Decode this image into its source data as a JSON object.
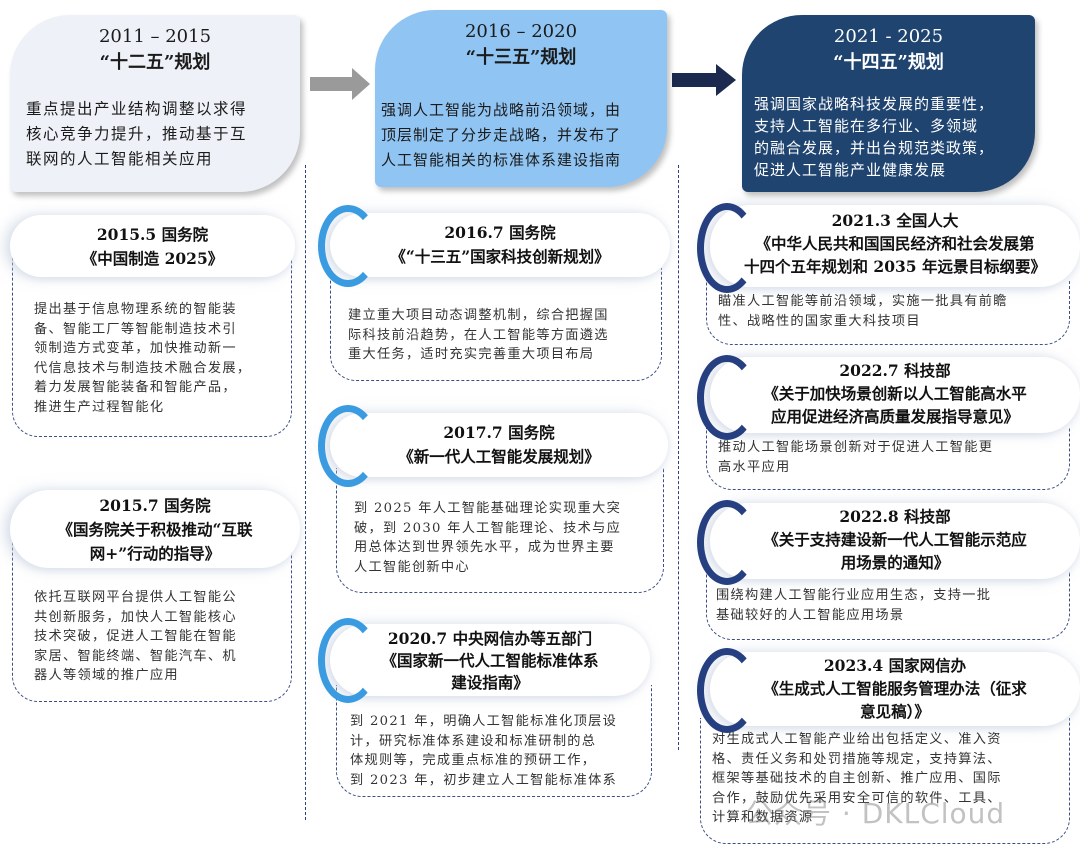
{
  "periods": [
    {
      "years": "2011  –  2015",
      "plan": "“十二五”规划",
      "desc": "重点提出产业结构调整以求得\n核心竞争力提升，推动基于互\n联网的人工智能相关应用"
    },
    {
      "years": "2016  –  2020",
      "plan": "“十三五”规划",
      "desc": "强调人工智能为战略前沿领域，由\n顶层制定了分步走战略，并发布了\n人工智能相关的标准体系建设指南"
    },
    {
      "years": "2021 - 2025",
      "plan": "“十四五”规划",
      "desc": "强调国家战略科技发展的重要性，\n支持人工智能在多行业、多领域\n的融合发展，并出台规范类政策，\n促进人工智能产业健康发展"
    }
  ],
  "col1": [
    {
      "title": "2015.5 国务院\n《中国制造 2025》",
      "body": "提出基于信息物理系统的智能装\n备、智能工厂等智能制造技术引\n领制造方式变革，加快推动新一\n代信息技术与制造技术融合发展，\n着力发展智能装备和智能产品，\n推进生产过程智能化"
    },
    {
      "title": "2015.7 国务院\n《国务院关于积极推动“互联\n网+”行动的指导》",
      "body": "依托互联网平台提供人工智能公\n共创新服务，加快人工智能核心\n技术突破，促进人工智能在智能\n家居、智能终端、智能汽车、机\n器人等领域的推广应用"
    }
  ],
  "col2": [
    {
      "title": "2016.7 国务院\n《“十三五”国家科技创新规划》",
      "body": "建立重大项目动态调整机制，综合把握国\n际科技前沿趋势，在人工智能等方面遴选\n重大任务，适时充实完善重大项目布局"
    },
    {
      "title": "2017.7 国务院\n《新一代人工智能发展规划》",
      "body": "到 2025 年人工智能基础理论实现重大突\n破，到 2030 年人工智能理论、技术与应\n用总体达到世界领先水平，成为世界主要\n人工智能创新中心"
    },
    {
      "title": "2020.7 中央网信办等五部门\n《国家新一代人工智能标准体系\n建设指南》",
      "body": "到 2021 年，明确人工智能标准化顶层设\n计，研究标准体系建设和标准研制的总\n体规则等，完成重点标准的预研工作，\n到 2023 年，初步建立人工智能标准体系"
    }
  ],
  "col3": [
    {
      "title": "2021.3 全国人大\n《中华人民共和国国民经济和社会发展第\n十四个五年规划和 2035 年远景目标纲要》",
      "body": "瞄准人工智能等前沿领域，实施一批具有前瞻\n性、战略性的国家重大科技项目"
    },
    {
      "title": "2022.7 科技部\n《关于加快场景创新以人工智能高水平\n应用促进经济高质量发展指导意见》",
      "body": "推动人工智能场景创新对于促进人工智能更\n高水平应用"
    },
    {
      "title": "2022.8 科技部\n《关于支持建设新一代人工智能示范应\n用场景的通知》",
      "body": "围绕构建人工智能行业应用生态，支持一批\n基础较好的人工智能应用场景"
    },
    {
      "title": "2023.4 国家网信办\n《生成式人工智能服务管理办法（征求\n意见稿）》",
      "body": "对生成式人工智能产业给出包括定义、准入资\n格、责任义务和处罚措施等规定，支持算法、\n框架等基础技术的自主创新、推广应用、国际\n合作，鼓励优先采用安全可信的软件、工具、\n计算和数据资源"
    }
  ],
  "watermark": "公众号 · DKLCloud",
  "colors": {
    "period1": "#eef1f7",
    "period2": "#90c5f3",
    "period3": "#1f4470",
    "arc2": "#3a9be0",
    "arc3": "#253f80"
  }
}
